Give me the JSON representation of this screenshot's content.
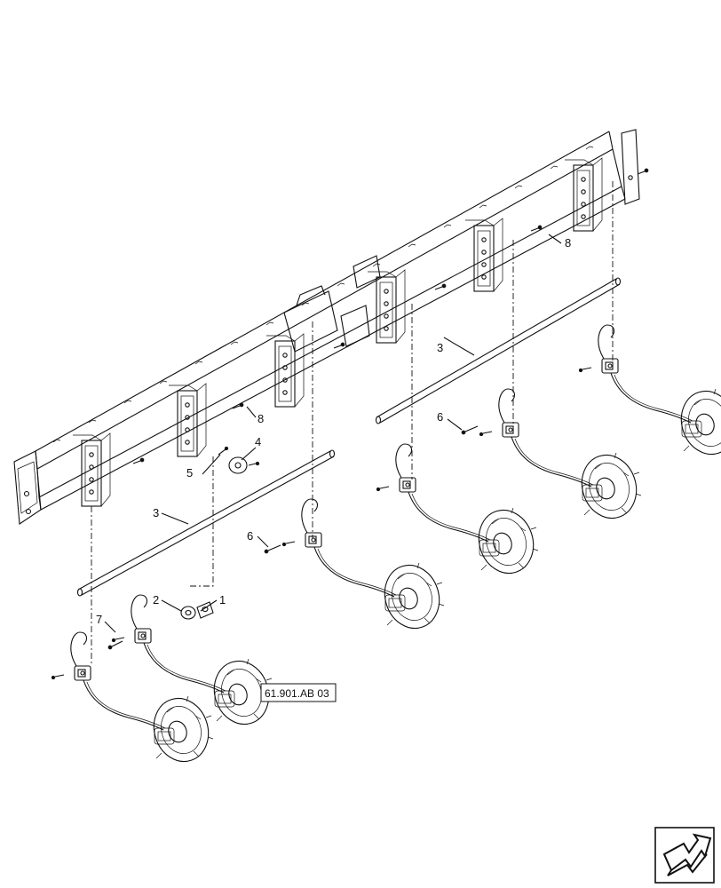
{
  "callouts": {
    "c1": "1",
    "c2": "2",
    "c3a": "3",
    "c3b": "3",
    "c4": "4",
    "c5": "5",
    "c6a": "6",
    "c6b": "6",
    "c7": "7",
    "c8a": "8",
    "c8b": "8"
  },
  "reference_label": "61.901.AB 03",
  "icons": {
    "navigation": "next-page-arrow-icon"
  },
  "colors": {
    "ink": "#111111",
    "paper": "#ffffff"
  }
}
